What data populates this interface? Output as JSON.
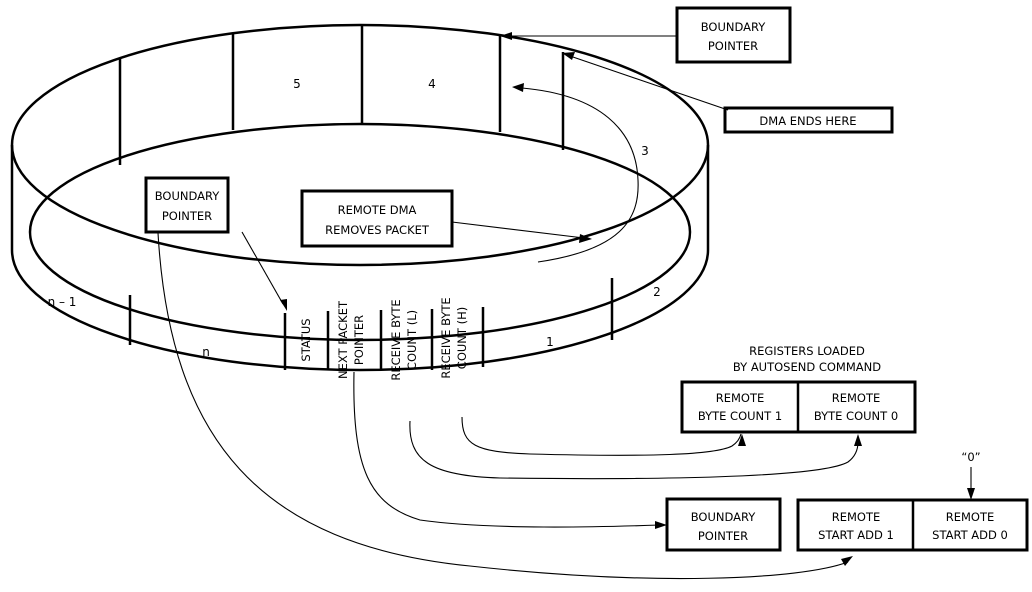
{
  "ring": {
    "outer_cells": [
      "5",
      "4"
    ],
    "right_cell": "2",
    "left_cell": "n – 1",
    "front_cells": [
      "n",
      "STATUS",
      "NEXT PACKET POINTER",
      "RECEIVE BYTE COUNT (L)",
      "RECEIVE BYTE COUNT (H)",
      "1"
    ],
    "front_cells_lines": [
      [
        "STATUS"
      ],
      [
        "NEXT PACKET",
        "POINTER"
      ],
      [
        "RECEIVE BYTE",
        "COUNT (L)"
      ],
      [
        "RECEIVE BYTE",
        "COUNT (H)"
      ]
    ],
    "arc_number": "3"
  },
  "boxes": {
    "boundary_top": [
      "BOUNDARY",
      "POINTER"
    ],
    "dma_ends": "DMA ENDS HERE",
    "boundary_inner": [
      "BOUNDARY",
      "POINTER"
    ],
    "remote_dma": [
      "REMOTE DMA",
      "REMOVES PACKET"
    ],
    "boundary_bottom": [
      "BOUNDARY",
      "POINTER"
    ]
  },
  "registers_title": [
    "REGISTERS LOADED",
    "BY AUTOSEND COMMAND"
  ],
  "byte_count_regs": [
    [
      "REMOTE",
      "BYTE COUNT 1"
    ],
    [
      "REMOTE",
      "BYTE COUNT 0"
    ]
  ],
  "start_add_regs": [
    [
      "REMOTE",
      "START ADD 1"
    ],
    [
      "REMOTE",
      "START ADD 0"
    ]
  ],
  "zero_label": "“0”"
}
